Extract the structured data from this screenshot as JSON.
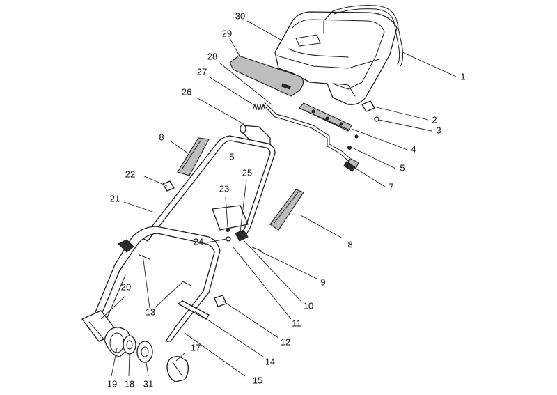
{
  "callouts": [
    {
      "id": "30",
      "label": "30"
    },
    {
      "id": "29",
      "label": "29"
    },
    {
      "id": "28",
      "label": "28"
    },
    {
      "id": "27",
      "label": "27"
    },
    {
      "id": "26",
      "label": "26"
    },
    {
      "id": "1",
      "label": "1"
    },
    {
      "id": "2",
      "label": "2"
    },
    {
      "id": "3",
      "label": "3"
    },
    {
      "id": "4",
      "label": "4"
    },
    {
      "id": "5a",
      "label": "5"
    },
    {
      "id": "5b",
      "label": "5"
    },
    {
      "id": "7",
      "label": "7"
    },
    {
      "id": "8a",
      "label": "8"
    },
    {
      "id": "8b",
      "label": "8"
    },
    {
      "id": "22",
      "label": "22"
    },
    {
      "id": "21",
      "label": "21"
    },
    {
      "id": "23",
      "label": "23"
    },
    {
      "id": "25",
      "label": "25"
    },
    {
      "id": "24",
      "label": "24"
    },
    {
      "id": "9",
      "label": "9"
    },
    {
      "id": "10",
      "label": "10"
    },
    {
      "id": "11",
      "label": "11"
    },
    {
      "id": "12",
      "label": "12"
    },
    {
      "id": "13",
      "label": "13"
    },
    {
      "id": "14",
      "label": "14"
    },
    {
      "id": "15",
      "label": "15"
    },
    {
      "id": "17",
      "label": "17"
    },
    {
      "id": "18",
      "label": "18"
    },
    {
      "id": "19",
      "label": "19"
    },
    {
      "id": "20",
      "label": "20"
    },
    {
      "id": "31",
      "label": "31"
    }
  ],
  "colors": {
    "line": "#1a1a1a",
    "background": "#ffffff"
  }
}
